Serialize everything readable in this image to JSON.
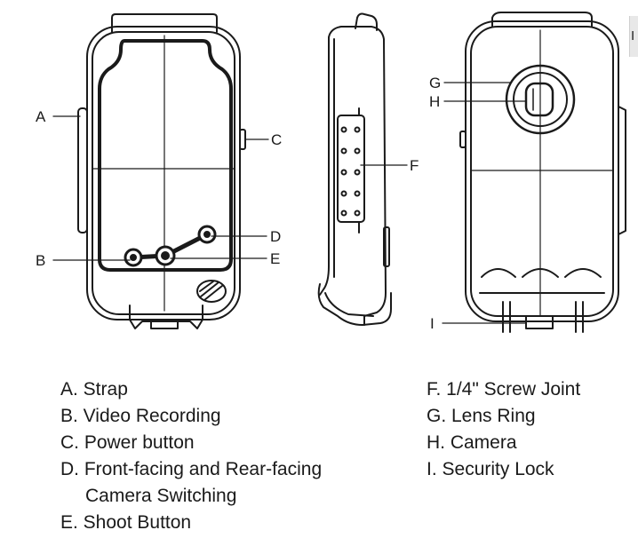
{
  "callouts": {
    "a": "A",
    "b": "B",
    "c": "C",
    "d": "D",
    "e": "E",
    "f": "F",
    "g": "G",
    "h": "H",
    "i": "I"
  },
  "legend_left": [
    "A. Strap",
    "B. Video Recording",
    "C. Power button",
    "D. Front-facing and Rear-facing",
    "Camera Switching",
    "E. Shoot Button"
  ],
  "legend_right": [
    "F. 1/4\" Screw Joint",
    "G. Lens Ring",
    "H. Camera",
    "I. Security Lock"
  ],
  "edge_tab_text": "I"
}
